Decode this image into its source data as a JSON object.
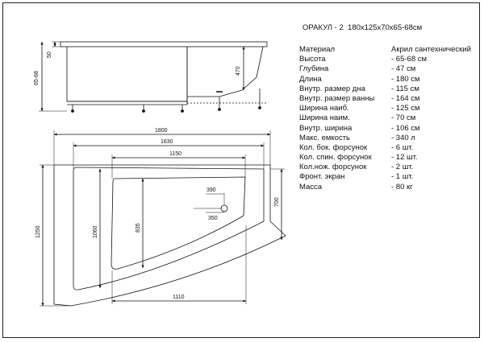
{
  "title": {
    "model": "ОРАКУЛ - 2",
    "size": "180x125x70x65-68см"
  },
  "specs": [
    {
      "label": "Материал",
      "value": "Акрил сантехнический"
    },
    {
      "label": "Высота",
      "value": "- 65-68 см"
    },
    {
      "label": "Глубина",
      "value": "- 47 см"
    },
    {
      "label": "Длина",
      "value": "- 180 см"
    },
    {
      "label": "Внутр. размер дна",
      "value": "- 115 см"
    },
    {
      "label": "Внутр. размер ванны",
      "value": "- 164 см"
    },
    {
      "label": "Ширина наиб.",
      "value": "- 125 см"
    },
    {
      "label": "Ширина наим.",
      "value": "- 70 см"
    },
    {
      "label": "Внутр. ширина",
      "value": "- 106 см"
    },
    {
      "label": "Макс. емкость",
      "value": "- 340 л"
    },
    {
      "label": "Кол. бок. форсунок",
      "value": "- 6 шт."
    },
    {
      "label": "Кол. спин. форсунок",
      "value": "- 12 шт."
    },
    {
      "label": "Кол.нож. форсунок",
      "value": "- 2 шт."
    },
    {
      "label": "Фронт. экран",
      "value": "- 1 шт."
    },
    {
      "label": "Масса",
      "value": "- 80 кг"
    }
  ],
  "side_view": {
    "dim_rim": "50",
    "dim_height": "65-68",
    "dim_depth": "470"
  },
  "top_view": {
    "dim_length": "1800",
    "dim_inner_length": "1630",
    "dim_bottom_length": "1150",
    "dim_bottom_front": "1110",
    "dim_width": "1250",
    "dim_inner_width": "1060",
    "dim_bottom_width": "835",
    "dim_narrow_width": "700",
    "dim_drain_y": "390",
    "dim_drain_x": "350"
  }
}
